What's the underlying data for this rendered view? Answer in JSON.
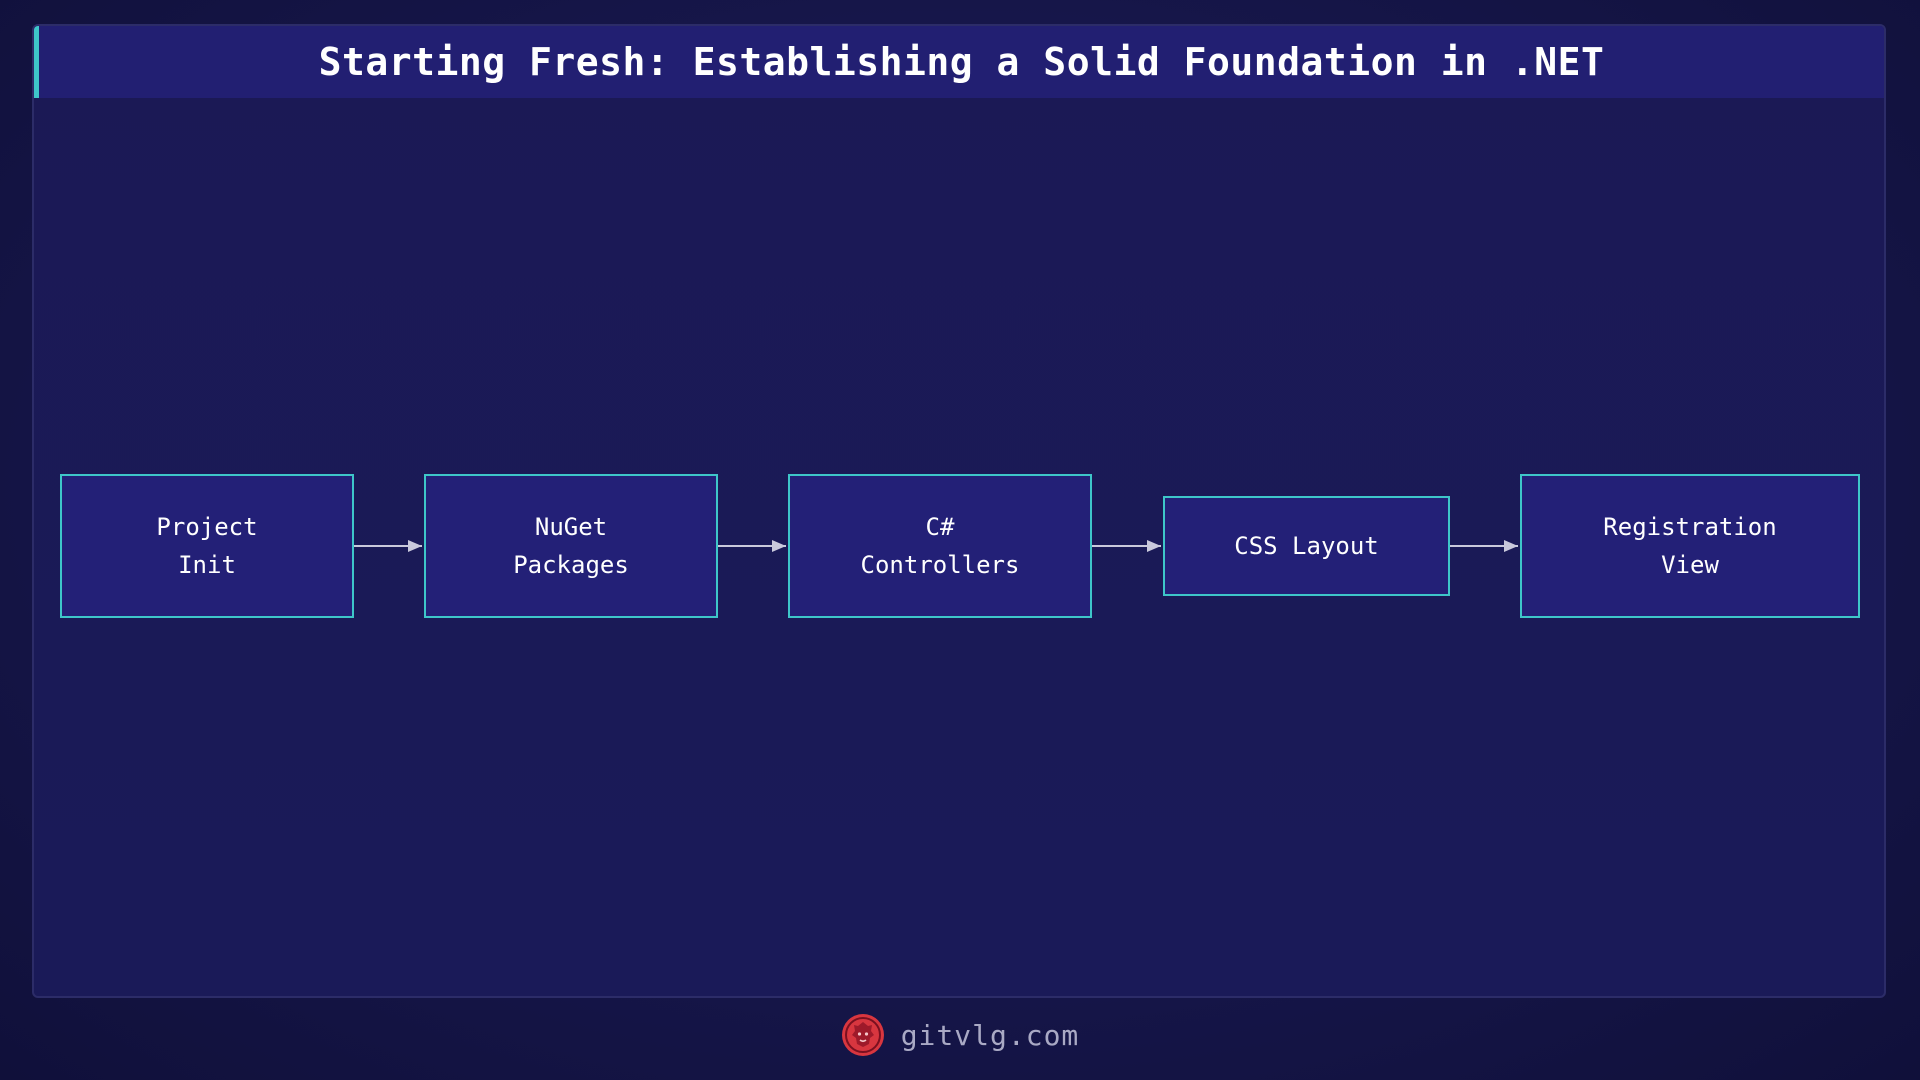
{
  "title": "Starting Fresh: Establishing a Solid Foundation in .NET",
  "nodes": [
    {
      "label": "Project\nInit"
    },
    {
      "label": "NuGet\nPackages"
    },
    {
      "label": "C#\nControllers"
    },
    {
      "label": "CSS Layout"
    },
    {
      "label": "Registration\nView"
    }
  ],
  "footer": {
    "site": "gitvlg.com",
    "logo_icon": "lion-logo-icon"
  },
  "colors": {
    "accent": "#3ec6c9",
    "node_fill": "#232077",
    "header_fill": "#221f72",
    "logo": "#d8363f"
  }
}
